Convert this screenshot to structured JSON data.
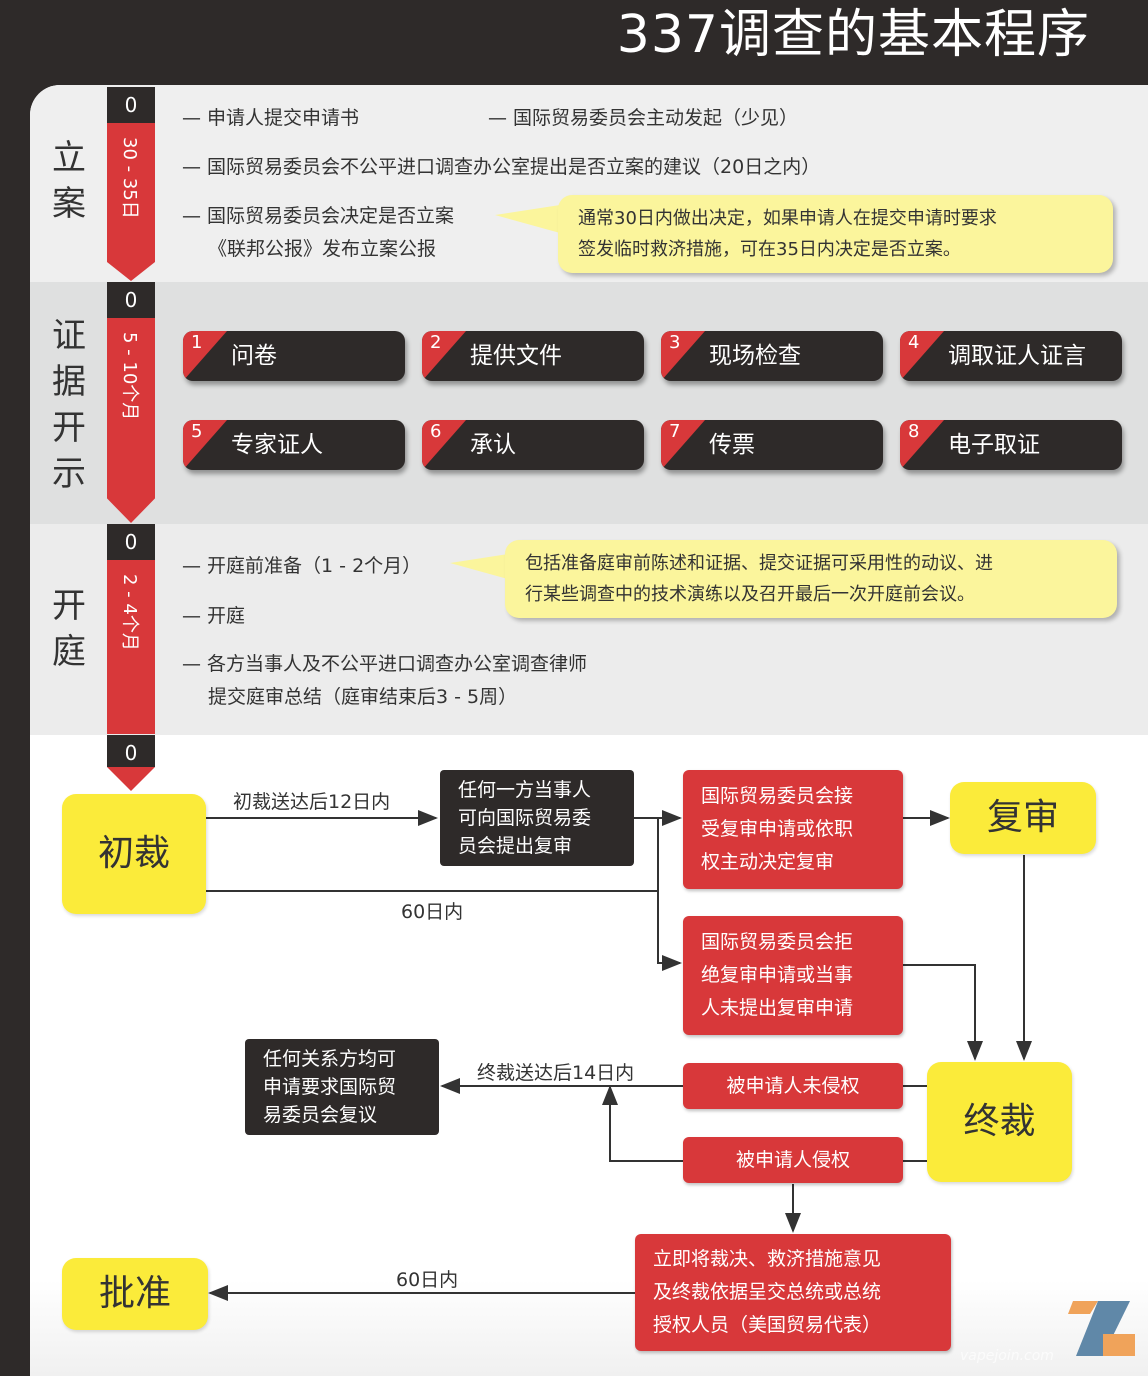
{
  "title": "337调查的基本程序",
  "stages": [
    {
      "name": "立案",
      "zero": "0",
      "duration": "30 - 35日",
      "items": [
        "— 申请人提交申请书",
        "— 国际贸易委员会主动发起（少见）",
        "— 国际贸易委员会不公平进口调查办公室提出是否立案的建议（20日之内）",
        "— 国际贸易委员会决定是否立案",
        "《联邦公报》发布立案公报"
      ],
      "note": [
        "通常30日内做出决定，如果申请人在提交申请时要求",
        "签发临时救济措施，可在35日内决定是否立案。"
      ]
    },
    {
      "name": "证据开示",
      "zero": "0",
      "duration": "5 - 10个月",
      "items": [
        {
          "n": "1",
          "t": "问卷"
        },
        {
          "n": "2",
          "t": "提供文件"
        },
        {
          "n": "3",
          "t": "现场检查"
        },
        {
          "n": "4",
          "t": "调取证人证言"
        },
        {
          "n": "5",
          "t": "专家证人"
        },
        {
          "n": "6",
          "t": "承认"
        },
        {
          "n": "7",
          "t": "传票"
        },
        {
          "n": "8",
          "t": "电子取证"
        }
      ]
    },
    {
      "name": "开庭",
      "zero": "0",
      "duration": "2 - 4个月",
      "items": [
        "— 开庭前准备（1 - 2个月）",
        "— 开庭",
        "— 各方当事人及不公平进口调查办公室调查律师",
        "提交庭审总结（庭审结束后3 - 5周）"
      ],
      "note": [
        "包括准备庭审前陈述和证据、提交证据可采用性的动议、进",
        "行某些调查中的技术演练以及召开最后一次开庭前会议。"
      ]
    }
  ],
  "flow": {
    "zero": "0",
    "initial": "初裁",
    "review": "复审",
    "final": "终裁",
    "approve": "批准",
    "label_12": "初裁送达后12日内",
    "label_60a": "60日内",
    "label_14": "终裁送达后14日内",
    "label_60b": "60日内",
    "party_request": [
      "任何一方当事人",
      "可向国际贸易委",
      "员会提出复审"
    ],
    "accept": [
      "国际贸易委员会接",
      "受复审申请或依职",
      "权主动决定复审"
    ],
    "reject": [
      "国际贸易委员会拒",
      "绝复审申请或当事",
      "人未提出复审申请"
    ],
    "any_party": [
      "任何关系方均可",
      "申请要求国际贸",
      "易委员会复议"
    ],
    "no_infringe": "被申请人未侵权",
    "infringe": "被申请人侵权",
    "submit": [
      "立即将裁决、救济措施意见",
      "及终裁依据呈交总统或总统",
      "授权人员（美国贸易代表）"
    ]
  },
  "watermark": {
    "text": "vapejoin.com"
  },
  "colors": {
    "dark": "#2e2a29",
    "red": "#d8383a",
    "yellow": "#fbeb3a",
    "note": "#fbf59c"
  }
}
